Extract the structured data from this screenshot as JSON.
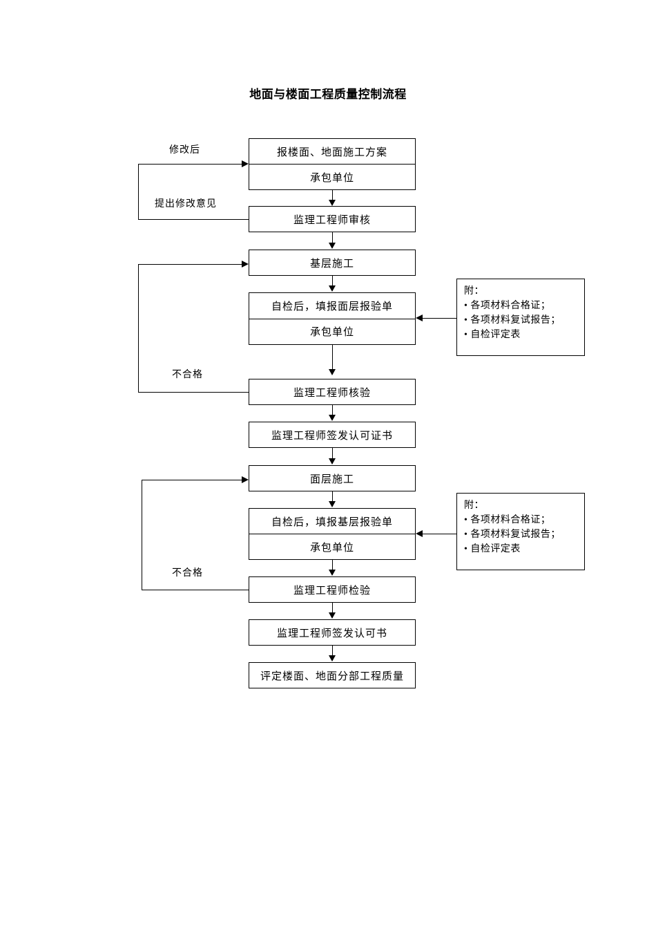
{
  "document": {
    "title": "地面与楼面工程质量控制流程"
  },
  "flow": {
    "nodes": [
      {
        "id": "submit-scheme",
        "rows": [
          "报楼面、地面施工方案",
          "承包单位"
        ]
      },
      {
        "id": "engineer-review",
        "rows": [
          "监理工程师审核"
        ]
      },
      {
        "id": "base-construction",
        "rows": [
          "基层施工"
        ]
      },
      {
        "id": "self-check-surface-form",
        "rows": [
          "自检后，填报面层报验单",
          "承包单位"
        ]
      },
      {
        "id": "engineer-verify",
        "rows": [
          "监理工程师核验"
        ]
      },
      {
        "id": "issue-approval-certificate",
        "rows": [
          "监理工程师签发认可证书"
        ]
      },
      {
        "id": "surface-construction",
        "rows": [
          "面层施工"
        ]
      },
      {
        "id": "self-check-base-form",
        "rows": [
          "自检后，填报基层报验单",
          "承包单位"
        ]
      },
      {
        "id": "engineer-inspect",
        "rows": [
          "监理工程师检验"
        ]
      },
      {
        "id": "issue-approval-letter",
        "rows": [
          "监理工程师签发认可书"
        ]
      },
      {
        "id": "evaluate-quality",
        "rows": [
          "评定楼面、地面分部工程质量"
        ]
      }
    ],
    "edge_labels": {
      "after_revision": "修改后",
      "propose_revision": "提出修改意见",
      "unqualified_upper": "不合格",
      "unqualified_lower": "不合格"
    },
    "notes": [
      {
        "id": "attachment-note-upper",
        "header": "附：",
        "items": [
          "各项材料合格证；",
          "各项材料复试报告；",
          "自检评定表"
        ],
        "bullet": "•"
      },
      {
        "id": "attachment-note-lower",
        "header": "附：",
        "items": [
          "各项材料合格证；",
          "各项材料复试报告；",
          "自检评定表"
        ],
        "bullet": "•"
      }
    ]
  },
  "colors": {
    "line": "#000000",
    "background": "#ffffff",
    "text": "#000000"
  }
}
